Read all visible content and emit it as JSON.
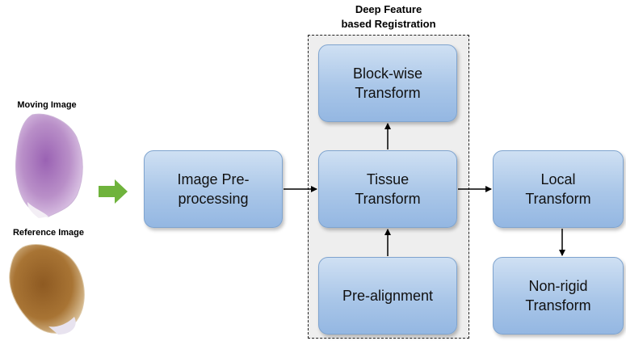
{
  "inputs": {
    "moving_label": "Moving Image",
    "reference_label": "Reference Image"
  },
  "group": {
    "title_line1": "Deep Feature",
    "title_line2": "based Registration"
  },
  "boxes": {
    "preprocessing": {
      "line1": "Image Pre-",
      "line2": "processing"
    },
    "blockwise": {
      "line1": "Block-wise",
      "line2": "Transform"
    },
    "tissue": {
      "line1": "Tissue",
      "line2": "Transform"
    },
    "prealignment": {
      "line1": "Pre-alignment"
    },
    "local": {
      "line1": "Local",
      "line2": "Transform"
    },
    "nonrigid": {
      "line1": "Non-rigid",
      "line2": "Transform"
    }
  },
  "colors": {
    "box_fill": "#a9c6e8",
    "box_border": "#7fa4cf",
    "input_arrow": "#6fb33c",
    "moving_stain": "#b98fc8",
    "reference_stain": "#a87434"
  }
}
